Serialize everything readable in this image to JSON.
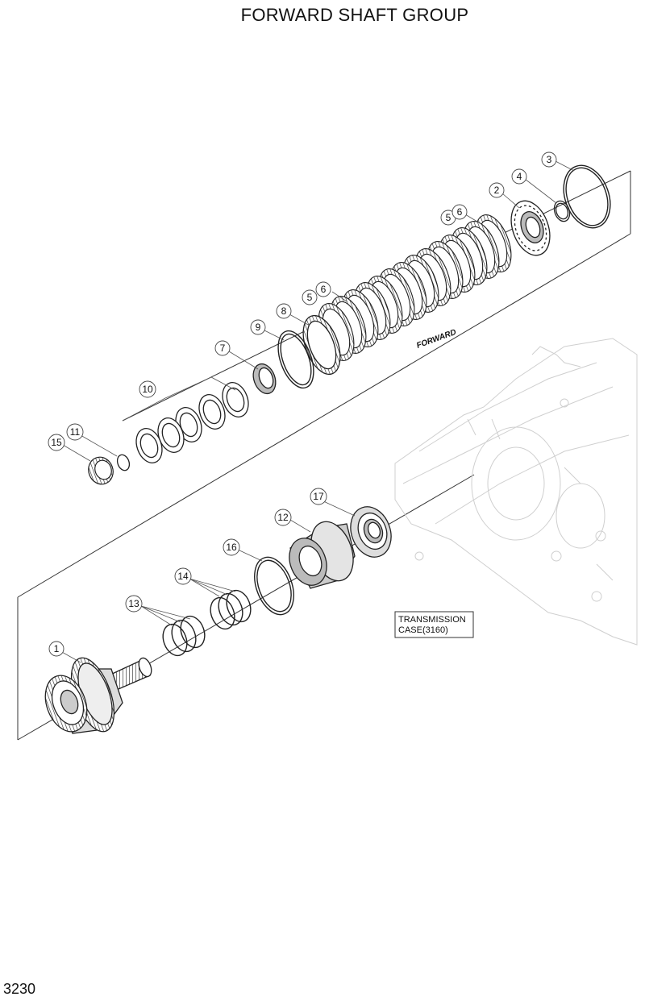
{
  "page": {
    "title": "FORWARD SHAFT GROUP",
    "page_number": "3230"
  },
  "diagram": {
    "forward_marking": "FORWARD",
    "transmission_case_label": [
      "TRANSMISSION",
      "CASE(3160)"
    ],
    "callouts": [
      "1",
      "2",
      "3",
      "4",
      "5",
      "6",
      "5",
      "6",
      "7",
      "8",
      "9",
      "10",
      "11",
      "12",
      "13",
      "14",
      "15",
      "16",
      "17"
    ]
  }
}
